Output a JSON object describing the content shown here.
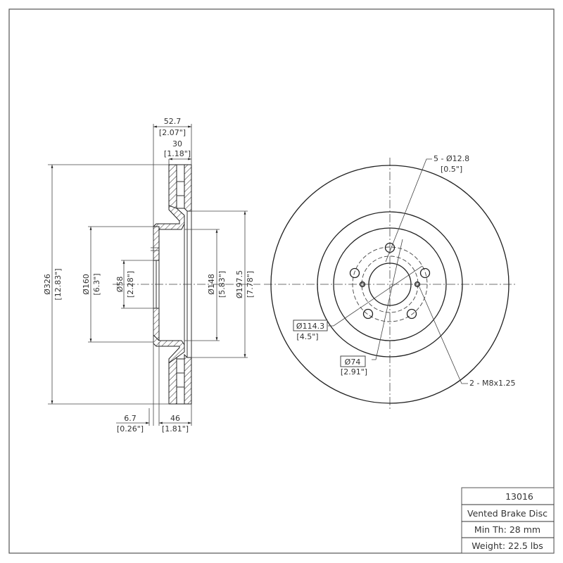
{
  "drawing": {
    "part_number": "13016",
    "description": "Vented Brake Disc",
    "min_thickness": "Min Th: 28 mm",
    "weight": "Weight: 22.5 lbs"
  },
  "side_view": {
    "overall_width": {
      "mm": "52.7",
      "in": "[2.07\"]"
    },
    "friction_width": {
      "mm": "30",
      "in": "[1.18\"]"
    },
    "outer_diameter": {
      "mm": "Ø326",
      "in": "[12.83\"]"
    },
    "hat_diameter": {
      "mm": "Ø160",
      "in": "[6.3\"]"
    },
    "center_bore_side": {
      "mm": "Ø58",
      "in": "[2.28\"]"
    },
    "inner_diameter": {
      "mm": "Ø148",
      "in": "[5.83\"]"
    },
    "friction_inner": {
      "mm": "Ø197.5",
      "in": "[7.78\"]"
    },
    "hat_thickness": {
      "mm": "6.7",
      "in": "[0.26\"]"
    },
    "hat_height": {
      "mm": "46",
      "in": "[1.81\"]"
    }
  },
  "front_view": {
    "bolt_holes": {
      "label": "5 - Ø12.8",
      "in": "[0.5\"]"
    },
    "bolt_circle": {
      "mm": "Ø114.3",
      "in": "[4.5\"]"
    },
    "center_bore": {
      "mm": "Ø74",
      "in": "[2.91\"]"
    },
    "threaded_holes": {
      "label": "2 - M8x1.25"
    }
  }
}
